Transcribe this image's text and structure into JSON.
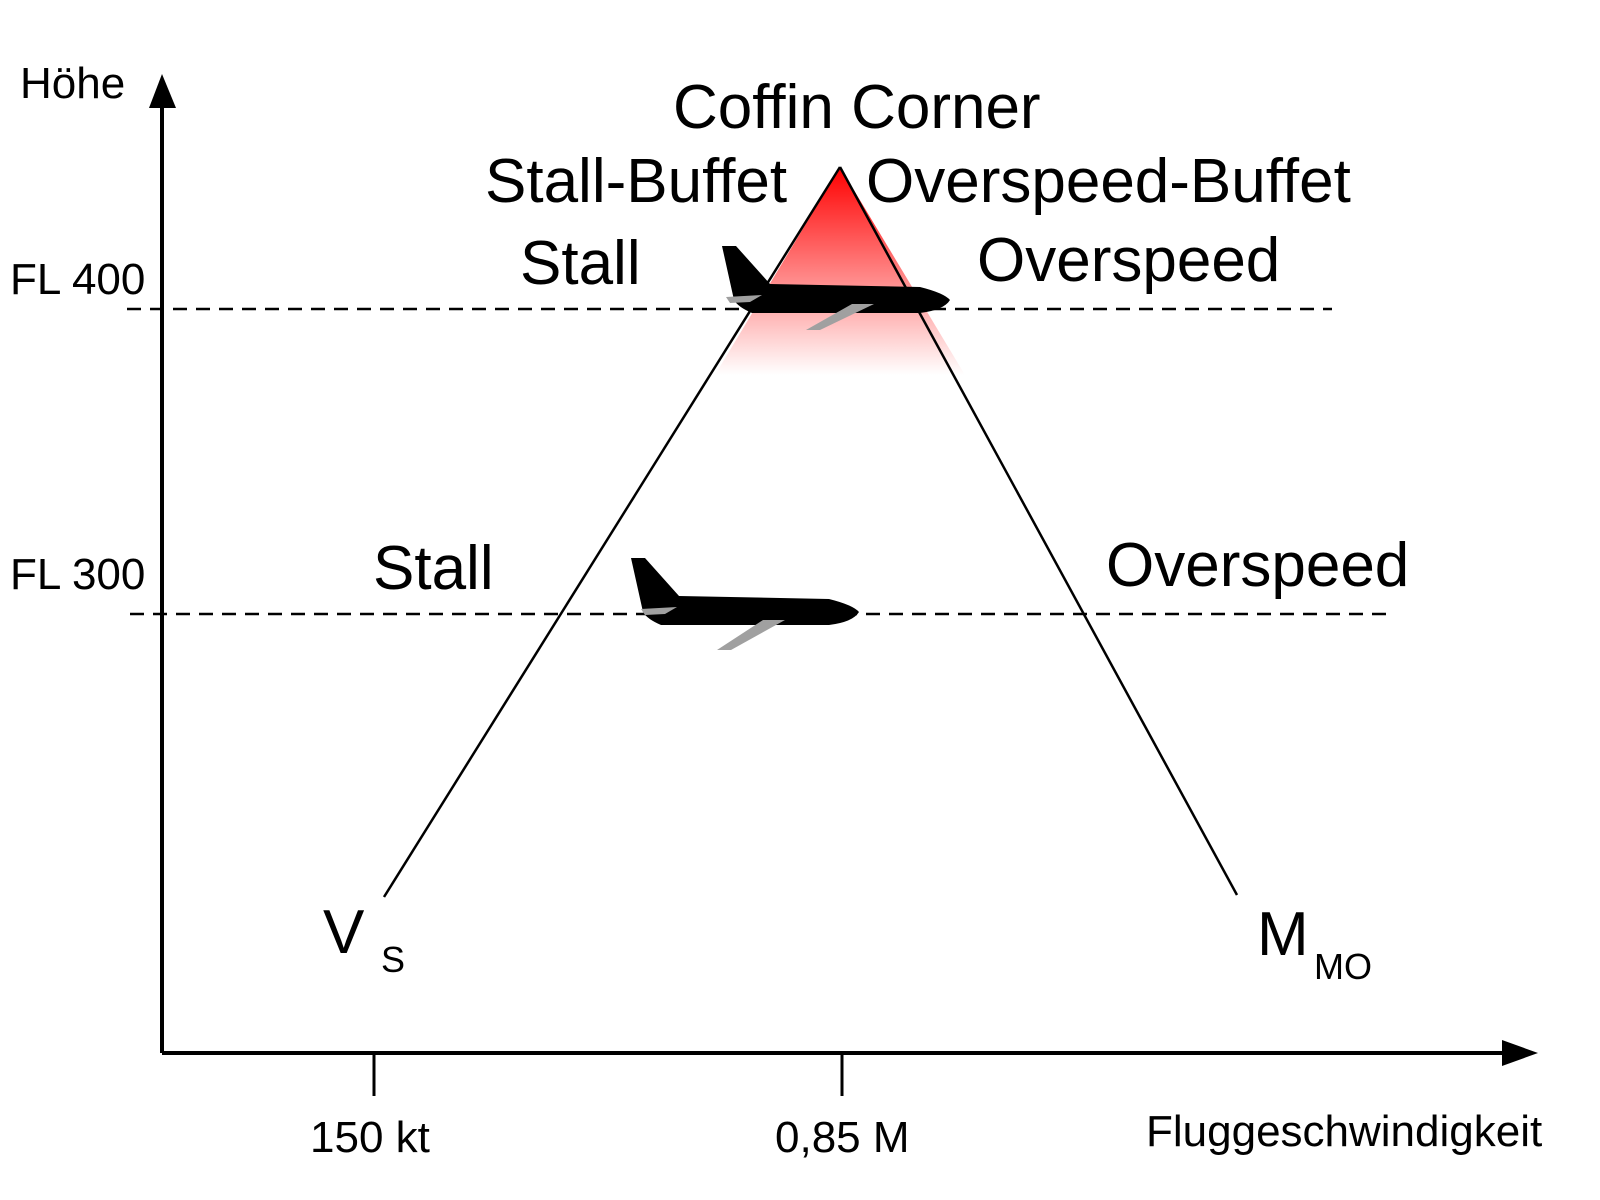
{
  "axes": {
    "y_label": "Höhe",
    "x_label": "Fluggeschwindigkeit",
    "y_ticks": [
      "FL 400",
      "FL 300"
    ],
    "x_ticks": [
      "150 kt",
      "0,85 M"
    ]
  },
  "peak": {
    "title": "Coffin Corner",
    "left_label": "Stall-Buffet",
    "right_label": "Overspeed-Buffet"
  },
  "fl400": {
    "left_label": "Stall",
    "right_label": "Overspeed"
  },
  "fl300": {
    "left_label": "Stall",
    "right_label": "Overspeed"
  },
  "speed_limits": {
    "low": {
      "main": "V",
      "sub": "S"
    },
    "high": {
      "main": "M",
      "sub": "MO"
    }
  },
  "colors": {
    "danger_zone": "#ff0000",
    "line": "#000000",
    "aircraft": "#000000",
    "aircraft_wing": "#a0a0a0"
  }
}
